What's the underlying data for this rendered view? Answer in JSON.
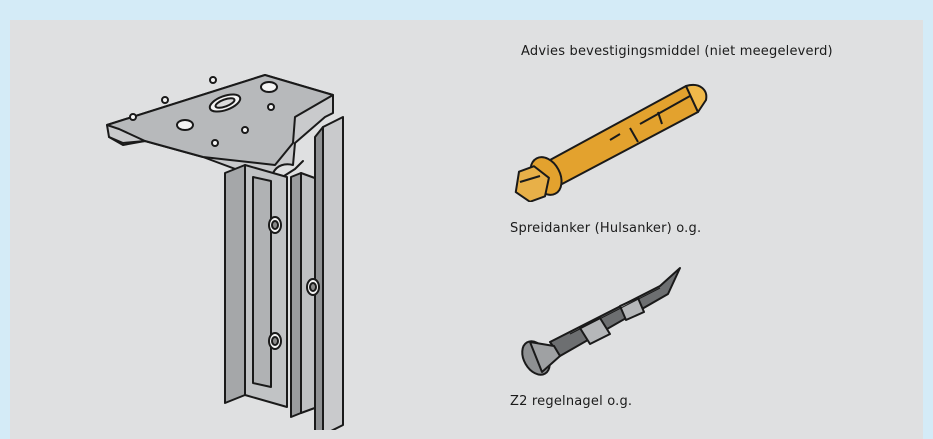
{
  "labels": {
    "title": "Advies bevestigingsmiddel (niet meegeleverd)",
    "anchor": "Spreidanker (Hulsanker) o.g.",
    "nail": "Z2 regelnagel o.g."
  },
  "icons": {
    "bracket": "wall-bracket-illustration",
    "anchor": "sleeve-anchor-illustration",
    "nail": "frame-nail-illustration"
  },
  "colors": {
    "background": "#d4ebf7",
    "panel": "#dfe0e1",
    "metal": "#b4b6b8",
    "brass": "#e3a22e"
  }
}
